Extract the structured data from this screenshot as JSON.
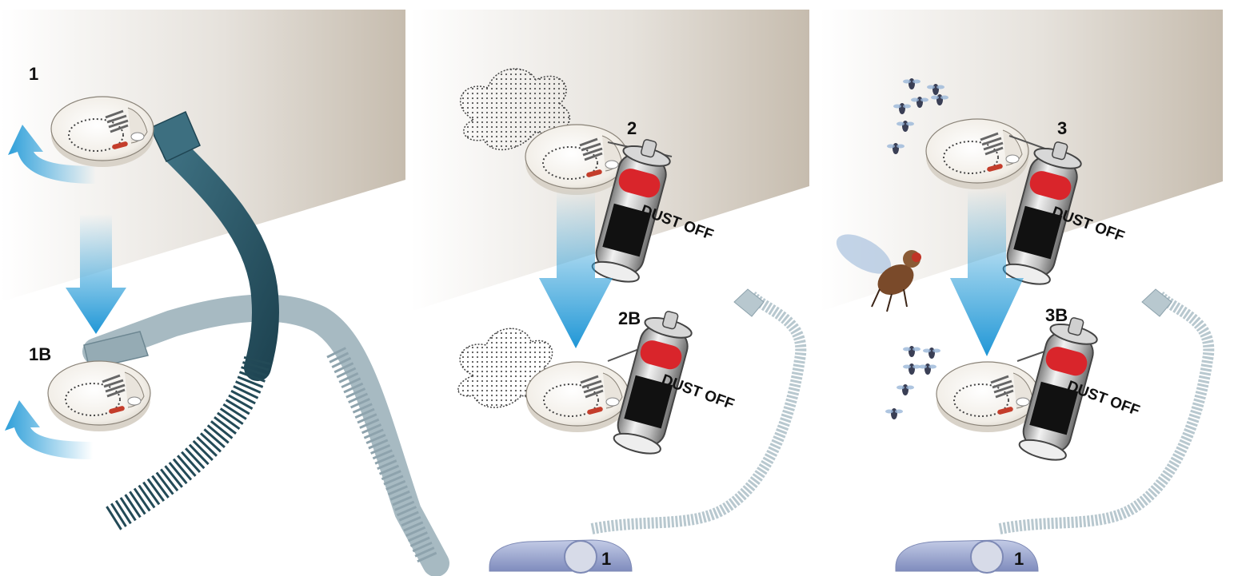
{
  "panels": [
    {
      "id": "vacuum",
      "top_label": "1",
      "bottom_label": "1B"
    },
    {
      "id": "dust",
      "top_label": "2",
      "bottom_label": "2B",
      "vacuum_label": "1",
      "can_text": "DUST OFF"
    },
    {
      "id": "insects",
      "top_label": "3",
      "bottom_label": "3B",
      "vacuum_label": "1",
      "can_text": "DUST OFF"
    }
  ],
  "colors": {
    "arrow": "#2e9fd9",
    "hose_dark": "#2b5766",
    "hose_light": "#9fb4bd",
    "can_red": "#d9252b",
    "vacuum_body": "#9aa6cf",
    "wall": "#c8bfb2"
  }
}
